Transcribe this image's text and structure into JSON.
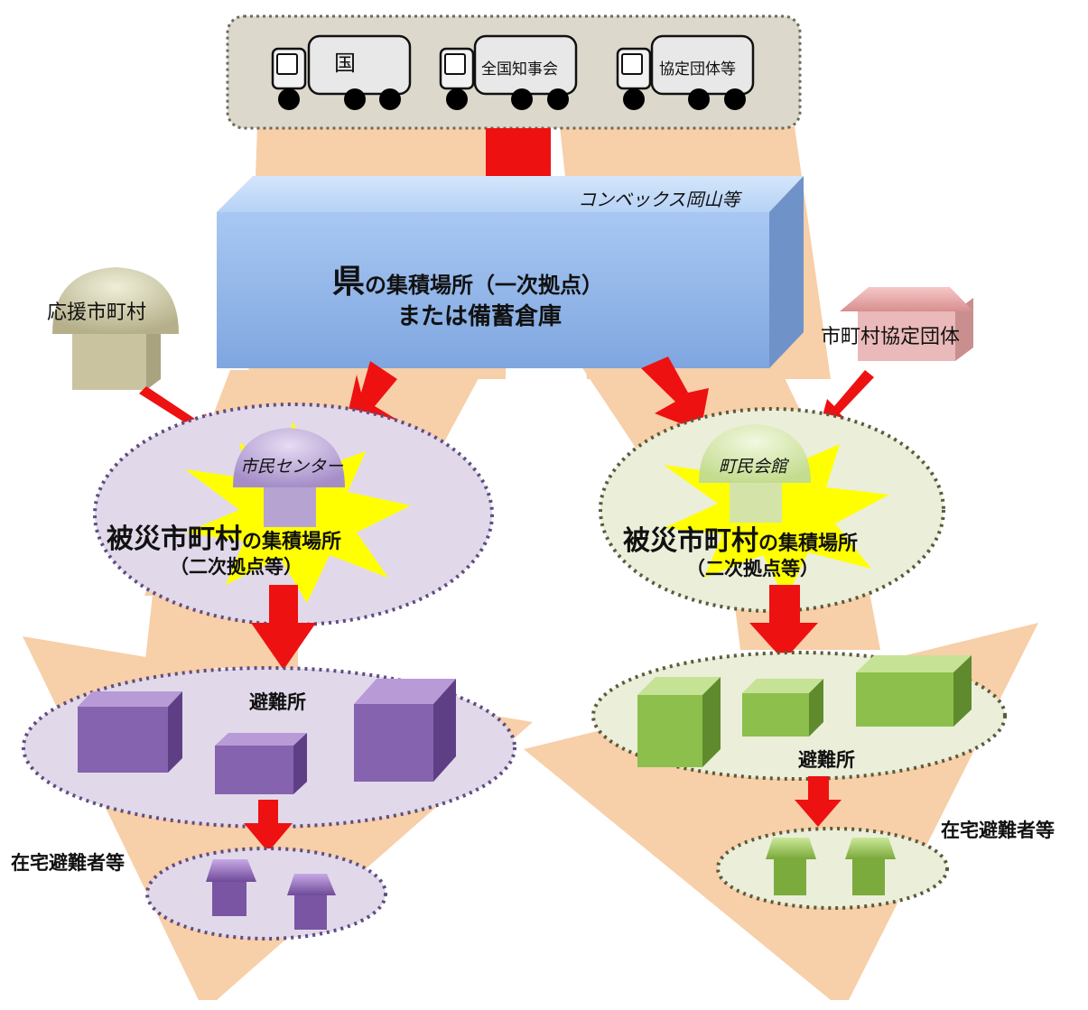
{
  "top_suppliers": {
    "truck_1": "国",
    "truck_2": "全国知事会",
    "truck_3": "協定団体等"
  },
  "prefecture": {
    "venue": "コンベックス岡山等",
    "title_main": "県",
    "title_rest": "の集積場所（一次拠点）",
    "subtitle": "または備蓄倉庫"
  },
  "support_municipality": "応援市町村",
  "agreement_group": "市町村協定団体",
  "left_hub": {
    "facility": "市民センター",
    "title_main": "被災市町村",
    "title_rest": "の集積場所",
    "subtitle": "（二次拠点等）"
  },
  "right_hub": {
    "facility": "町民会館",
    "title_main": "被災市町村",
    "title_rest": "の集積場所",
    "subtitle": "（二次拠点等）"
  },
  "left_shelter": "避難所",
  "right_shelter": "避難所",
  "left_home_evacuees": "在宅避難者等",
  "right_home_evacuees": "在宅避難者等",
  "colors": {
    "flow_band": "#f7cfa9",
    "warehouse": "#8fb4e8",
    "arrow": "#ee1111",
    "purple": "#8a63ad",
    "green": "#8fc047",
    "burst": "#ffff00"
  }
}
